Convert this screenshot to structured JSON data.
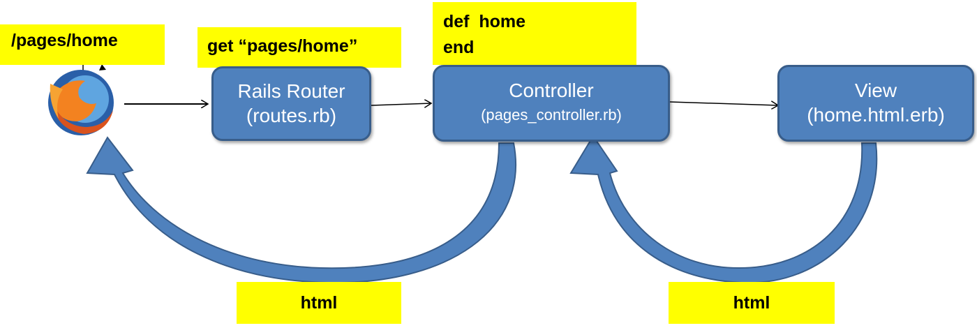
{
  "notes": {
    "url": "/pages/home",
    "route": "get “pages/home”",
    "code_line1": "def  home",
    "code_line2": "end",
    "html_left": "html",
    "html_right": "html"
  },
  "nodes": {
    "router": {
      "title": "Rails Router",
      "subtitle": "(routes.rb)"
    },
    "controller": {
      "title": "Controller",
      "subtitle": "(pages_controller.rb)"
    },
    "view": {
      "title": "View",
      "subtitle": "(home.html.erb)"
    }
  },
  "icons": {
    "browser": "firefox-browser-icon"
  },
  "colors": {
    "node_fill": "#4f81bd",
    "node_border": "#385d8a",
    "note_fill": "#ffff00"
  }
}
